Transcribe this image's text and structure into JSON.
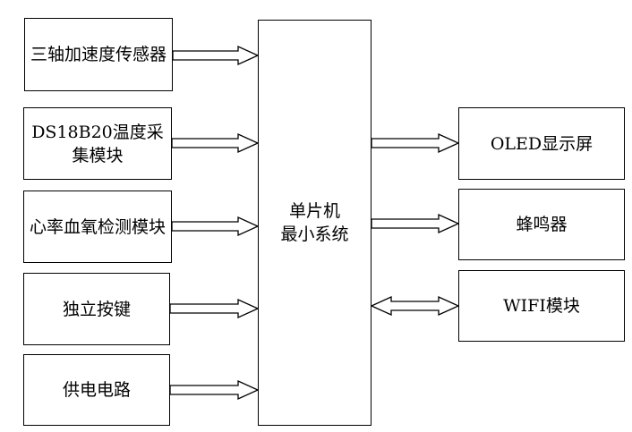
{
  "left_modules": [
    {
      "id": "accel",
      "label": "三轴加速度传感器"
    },
    {
      "id": "ds18b20",
      "label": "DS18B20温度采集模块"
    },
    {
      "id": "hr",
      "label": "心率血氧检测模块"
    },
    {
      "id": "keys",
      "label": "独立按键"
    },
    {
      "id": "power",
      "label": "供电电路"
    }
  ],
  "mcu": {
    "line1": "单片机",
    "line2": "最小系统"
  },
  "right_modules": [
    {
      "id": "oled",
      "label": "OLED显示屏"
    },
    {
      "id": "buzzer",
      "label": "蜂鸣器"
    },
    {
      "id": "wifi",
      "label": "WIFI模块"
    }
  ]
}
